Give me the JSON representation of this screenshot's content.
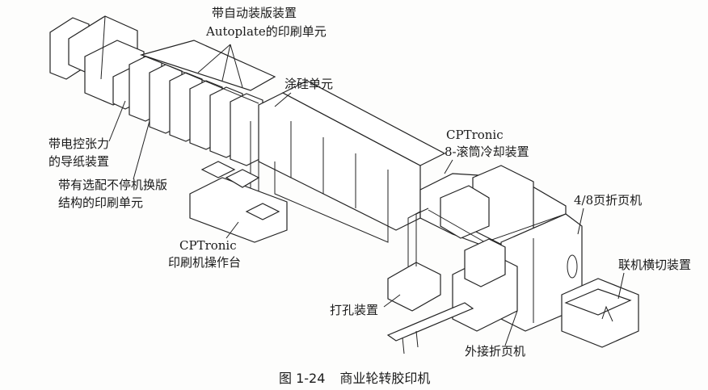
{
  "labels": {
    "autoplate_line1": "带自动装版装置",
    "autoplate_line2": "Autoplate的印刷单元",
    "silicone_unit": "涂硅单元",
    "tension_line1": "带电控张力",
    "tension_line2": "的导纸装置",
    "plate_change_line1": "带有选配不停机换版",
    "plate_change_line2": "结构的印刷单元",
    "chill_line1": "CPTronic",
    "chill_line2": "8-滚筒冷却装置",
    "folder_48": "4/8页折页机",
    "console_line1": "CPTronic",
    "console_line2": "印刷机操作台",
    "sheeter": "联机横切装置",
    "punching": "打孔装置",
    "external_folder": "外接折页机"
  },
  "caption": {
    "figure_number": "图 1-24",
    "title": "商业轮转胶印机"
  }
}
